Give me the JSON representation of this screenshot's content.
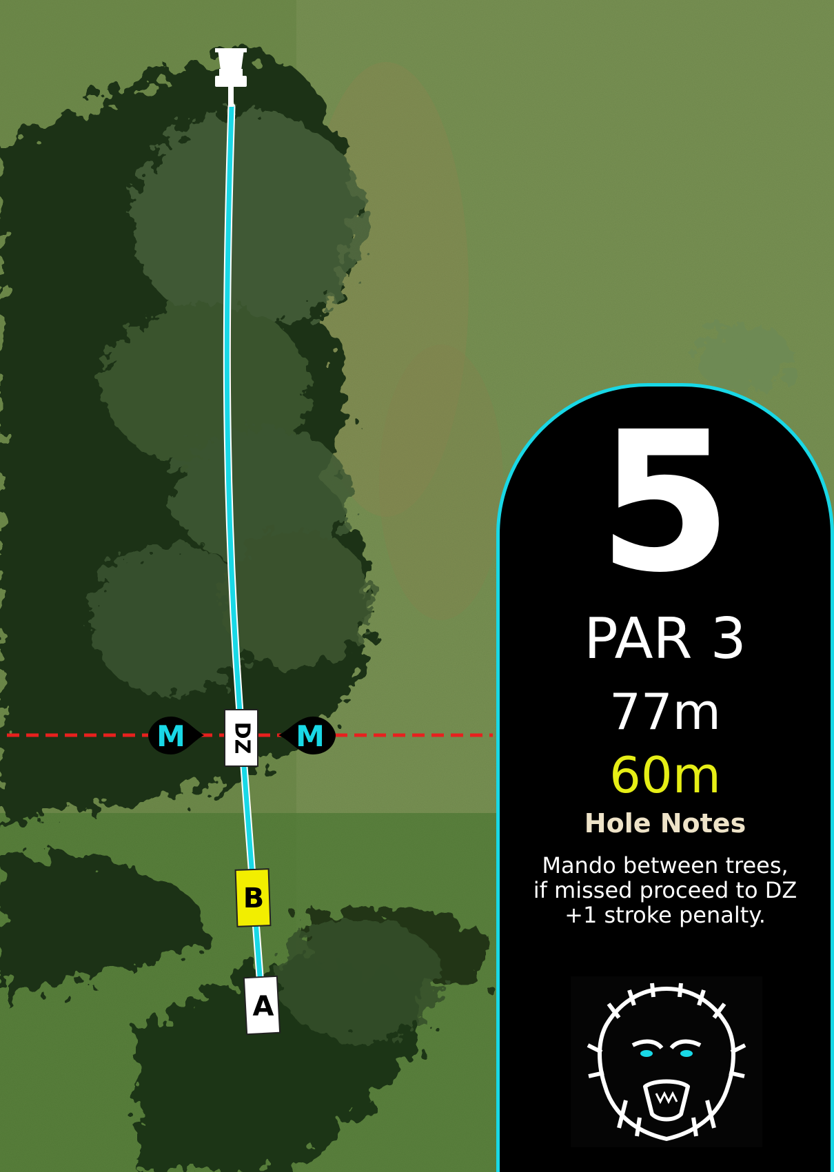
{
  "hole": {
    "number": "5",
    "par": "PAR 3",
    "distance_long": "77m",
    "distance_short": "60m",
    "notes_title": "Hole Notes",
    "notes_lines": [
      "Mando between trees,",
      "if missed proceed to DZ",
      "+1 stroke penalty."
    ]
  },
  "markers": {
    "tee_a": "A",
    "tee_b": "B",
    "drop_zone": "DZ",
    "mando_left": "M",
    "mando_right": "M"
  },
  "colors": {
    "fairway_line": "#19d8e6",
    "panel_border": "#19d8e6",
    "panel_bg": "#000000",
    "tee_b_fill": "#f2ee00",
    "mando_line": "#e8201e",
    "short_distance": "#e6ee16",
    "notes_title": "#eee3c8"
  },
  "icons": {
    "basket": "disc-golf-basket-icon",
    "logo": "yeti-head-logo"
  }
}
